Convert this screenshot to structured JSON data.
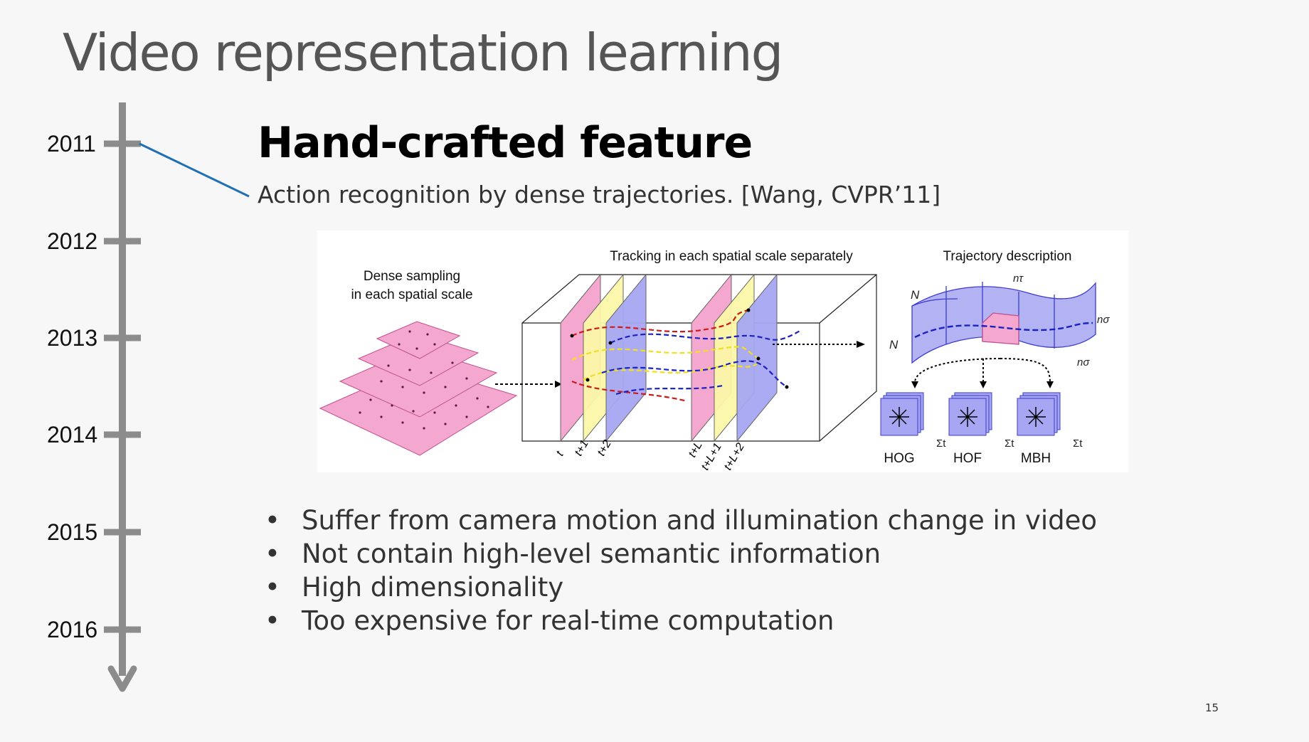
{
  "slide": {
    "title": "Video representation learning",
    "section_title": "Hand-crafted feature",
    "citation": "Action recognition by dense trajectories. [Wang, CVPR’11]",
    "page_number": "15"
  },
  "timeline": {
    "years": [
      "2011",
      "2012",
      "2013",
      "2014",
      "2015",
      "2016"
    ],
    "highlighted_year": "2011",
    "connector_color": "#1f6fb5",
    "axis_color": "#8c8c8c"
  },
  "figure": {
    "label_dense": "Dense sampling",
    "label_dense2": "in each spatial scale",
    "label_tracking": "Tracking in each spatial scale separately",
    "label_traj": "Trajectory description",
    "time_labels": [
      "t",
      "t+1",
      "t+2",
      "t+L",
      "t+L+1",
      "t+L+2"
    ],
    "sym_N": "N",
    "sym_ntau": "nτ",
    "sym_nsigma": "nσ",
    "sym_sum": "Σt",
    "desc_labels": [
      "HOG",
      "HOF",
      "MBH"
    ],
    "colors": {
      "pink": "#f5a8cf",
      "yellow": "#fbf7a8",
      "blue": "#a6a6f2"
    }
  },
  "bullets": [
    "Suffer from camera motion and illumination change in video",
    "Not contain high-level semantic information",
    "High dimensionality",
    "Too expensive for real-time computation"
  ]
}
